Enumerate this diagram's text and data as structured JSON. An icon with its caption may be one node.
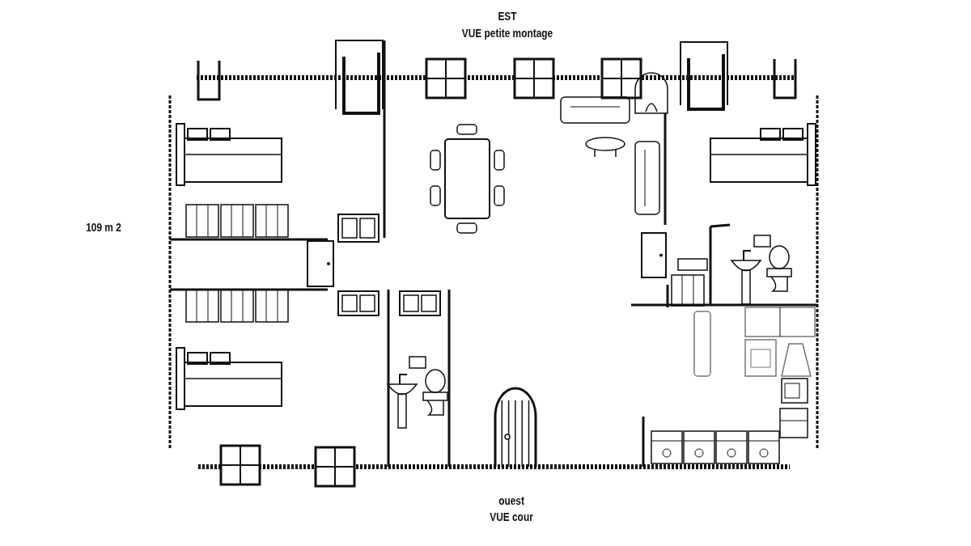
{
  "diagram": {
    "labels": [
      "EST",
      "VUE petite montage",
      "109 m 2",
      "ouest",
      "VUE cour"
    ]
  }
}
